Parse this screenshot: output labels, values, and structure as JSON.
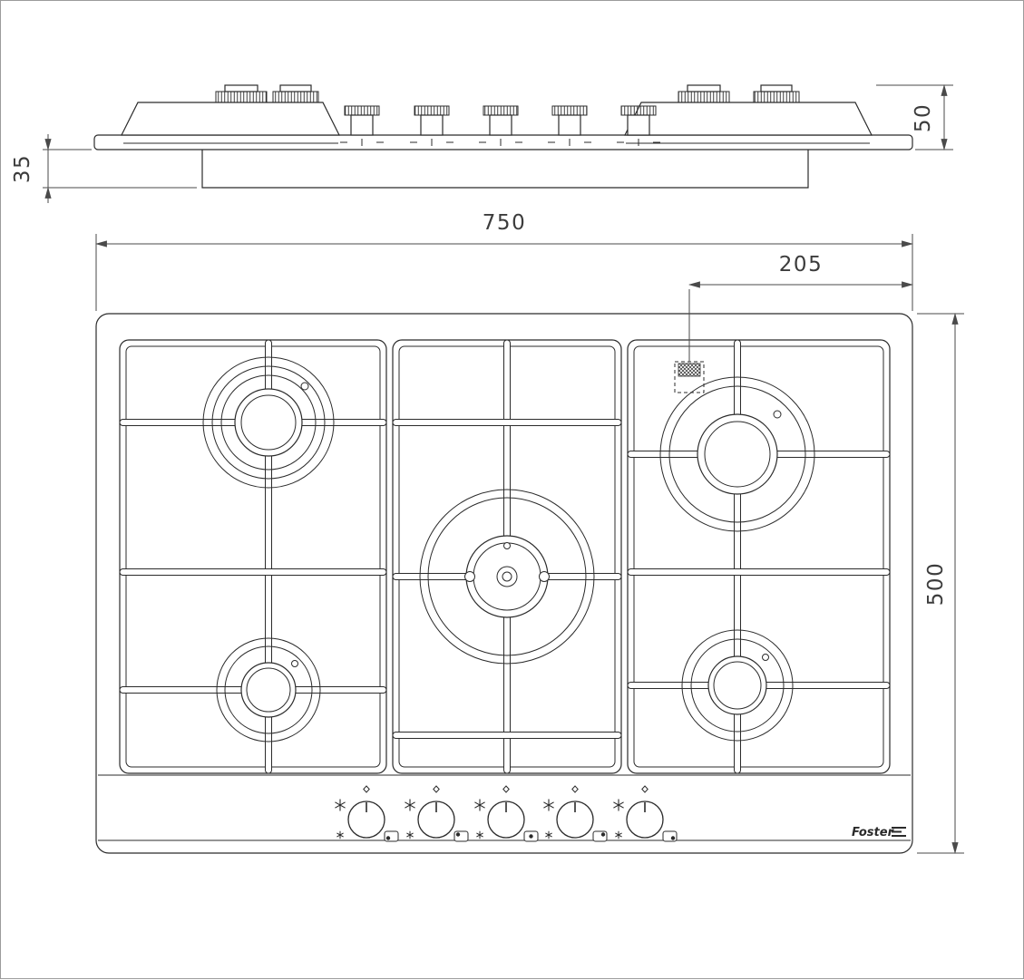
{
  "colors": {
    "line": "#2b2b2b",
    "dimension": "#4a4a4a",
    "background": "#ffffff"
  },
  "dimensions": {
    "width_mm": "750",
    "inlet_offset_mm": "205",
    "depth_mm": "500",
    "recess_depth_mm": "35",
    "profile_height_mm": "50"
  },
  "logo": {
    "text": "Foster"
  },
  "knobs": {
    "count": 5
  },
  "icons": [
    "flame-max-icon",
    "flame-min-icon",
    "burner-position-icon",
    "knob-pointer-icon",
    "ignition-plug-icon"
  ]
}
